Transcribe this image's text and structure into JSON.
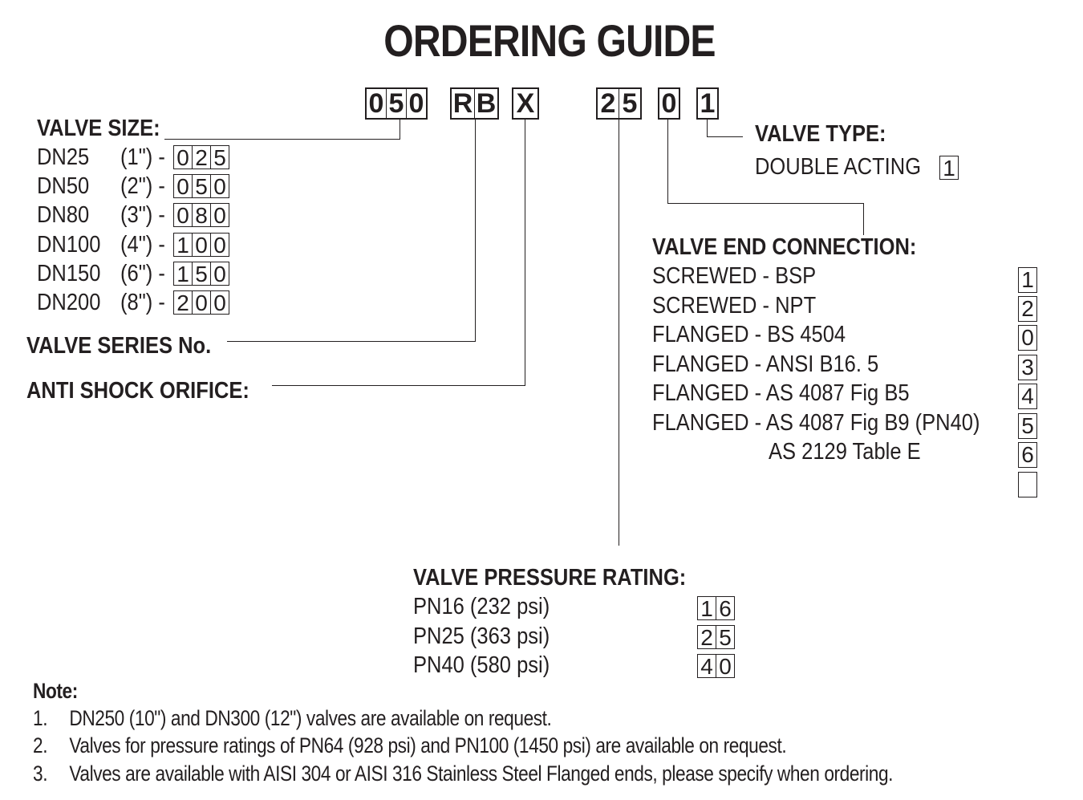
{
  "title": "ORDERING GUIDE",
  "code": {
    "size": [
      "0",
      "5",
      "0"
    ],
    "series": [
      "R",
      "B"
    ],
    "orifice": [
      "X"
    ],
    "pressure": [
      "2",
      "5"
    ],
    "end_connection": [
      "0"
    ],
    "type": [
      "1"
    ]
  },
  "valve_size": {
    "heading": "VALVE SIZE:",
    "rows": [
      {
        "dn": "DN25",
        "inch": "(1\") -",
        "code": [
          "0",
          "2",
          "5"
        ]
      },
      {
        "dn": "DN50",
        "inch": "(2\") -",
        "code": [
          "0",
          "5",
          "0"
        ]
      },
      {
        "dn": "DN80",
        "inch": "(3\") -",
        "code": [
          "0",
          "8",
          "0"
        ]
      },
      {
        "dn": "DN100",
        "inch": "(4\") -",
        "code": [
          "1",
          "0",
          "0"
        ]
      },
      {
        "dn": "DN150",
        "inch": "(6\") -",
        "code": [
          "1",
          "5",
          "0"
        ]
      },
      {
        "dn": "DN200",
        "inch": "(8\") -",
        "code": [
          "2",
          "0",
          "0"
        ]
      }
    ]
  },
  "valve_series": {
    "heading": "VALVE SERIES No."
  },
  "anti_shock": {
    "heading": "ANTI SHOCK ORIFICE:"
  },
  "valve_type": {
    "heading": "VALVE TYPE:",
    "option": "DOUBLE ACTING",
    "code": "1"
  },
  "end_connection": {
    "heading": "VALVE END CONNECTION:",
    "rows": [
      {
        "label": "SCREWED - BSP",
        "code": "1"
      },
      {
        "label": "SCREWED - NPT",
        "code": "2"
      },
      {
        "label": "FLANGED - BS 4504",
        "code": "0"
      },
      {
        "label": "FLANGED - ANSI B16. 5",
        "code": "3"
      },
      {
        "label": "FLANGED - AS 4087 Fig B5",
        "code": "4"
      },
      {
        "label": "FLANGED - AS 4087 Fig B9 (PN40)",
        "code": "5"
      },
      {
        "label": "AS 2129 Table E",
        "code": "6"
      },
      {
        "label": "",
        "code": ""
      }
    ]
  },
  "pressure_rating": {
    "heading": "VALVE PRESSURE RATING:",
    "rows": [
      {
        "label": "PN16 (232 psi)",
        "code": [
          "1",
          "6"
        ]
      },
      {
        "label": "PN25 (363 psi)",
        "code": [
          "2",
          "5"
        ]
      },
      {
        "label": "PN40 (580 psi)",
        "code": [
          "4",
          "0"
        ]
      }
    ]
  },
  "notes": {
    "heading": "Note:",
    "items": [
      {
        "num": "1.",
        "text": "DN250 (10\") and DN300 (12\") valves are available on request."
      },
      {
        "num": "2.",
        "text": "Valves for pressure ratings of PN64 (928 psi) and PN100 (1450 psi) are available on request."
      },
      {
        "num": "3.",
        "text": "Valves are available with AISI 304 or AISI 316 Stainless Steel Flanged ends, please specify when ordering."
      }
    ]
  }
}
